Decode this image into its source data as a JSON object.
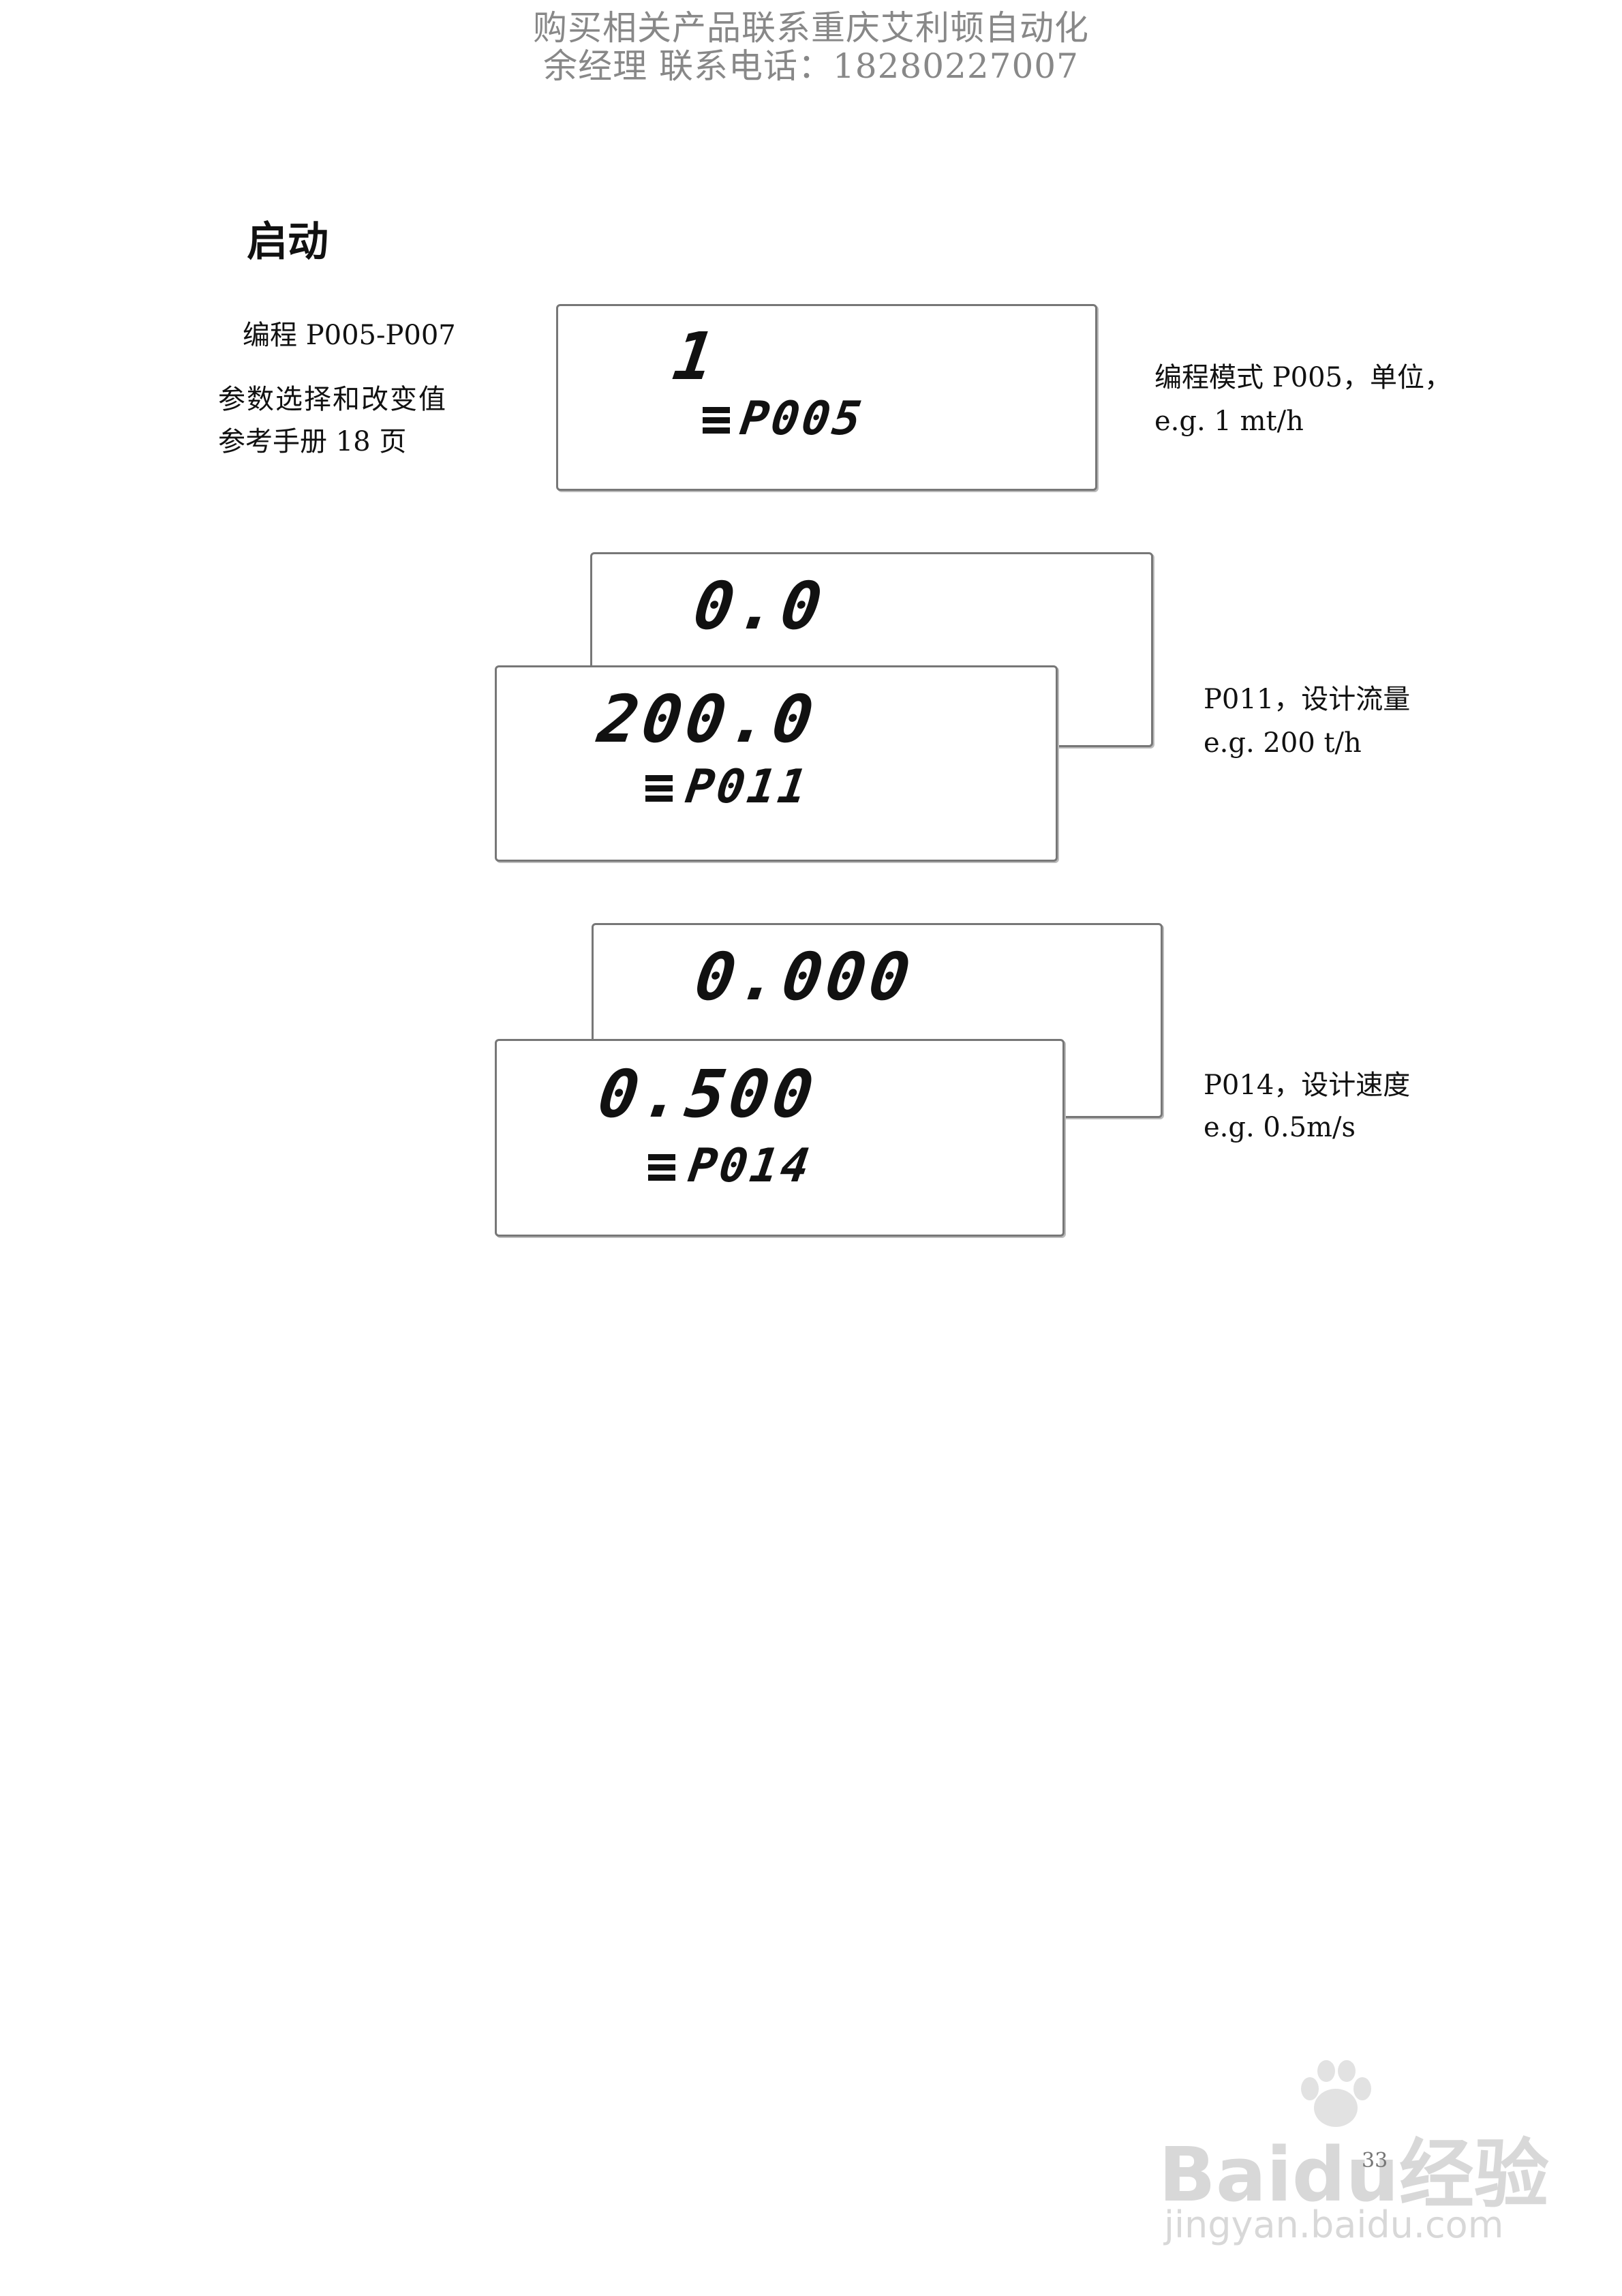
{
  "header": {
    "line1": "购买相关产品联系重庆艾利顿自动化",
    "line2": "余经理  联系电话：18280227007"
  },
  "section_title": "启动",
  "left_notes": {
    "program": "编程 P005-P007",
    "param_select": "参数选择和改变值",
    "manual_ref": "参考手册 18 页"
  },
  "displays": [
    {
      "main_value": "1",
      "param_code": "P005"
    },
    {
      "back_value": "0.0",
      "main_value": "200.0",
      "param_code": "P011"
    },
    {
      "back_value": "0.000",
      "main_value": "0.500",
      "param_code": "P014"
    }
  ],
  "notes": [
    {
      "line1": "编程模式 P005，单位，",
      "line2": "e.g. 1 mt/h"
    },
    {
      "line1": "P011，设计流量",
      "line2": "e.g. 200 t/h"
    },
    {
      "line1": "P014，设计速度",
      "line2": "e.g. 0.5m/s"
    }
  ],
  "page_number": "33",
  "watermark": {
    "brand": "Baidu经验",
    "url": "jingyan.baidu.com"
  }
}
